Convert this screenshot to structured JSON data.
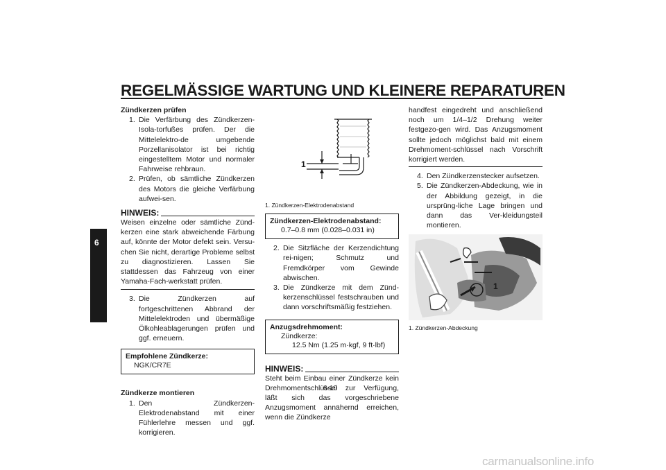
{
  "header": {
    "title": "REGELMÄSSIGE WARTUNG UND KLEINERE REPARATUREN"
  },
  "chapter_tab": "6",
  "col1": {
    "heading_check": "Zündkerzen prüfen",
    "steps_check": [
      {
        "num": "1.",
        "text": "Die Verfärbung des Zündkerzen-Isola-torfußes prüfen. Der die Mittelelektro-de umgebende Porzellanisolator ist bei richtig eingestelltem Motor und normaler Fahrweise rehbraun."
      },
      {
        "num": "2.",
        "text": "Prüfen, ob sämtliche Zündkerzen des Motors die gleiche Verfärbung aufwei-sen."
      }
    ],
    "hinweis_label": "HINWEIS:",
    "hinweis_text": "Weisen einzelne oder sämtliche Zünd-kerzen eine stark abweichende Färbung auf, könnte der Motor defekt sein. Versu-chen Sie nicht, derartige Probleme selbst zu diagnostizieren. Lassen Sie stattdessen das Fahrzeug von einer Yamaha-Fach-werkstatt prüfen.",
    "step3": {
      "num": "3.",
      "text": "Die Zündkerzen auf fortgeschrittenen Abbrand der Mittelelektroden und übermäßige Ölkohleablagerungen prüfen und ggf. erneuern."
    },
    "box_title": "Empfohlene Zündkerze:",
    "box_value": "NGK/CR7E",
    "heading_mount": "Zündkerze montieren",
    "step_mount": {
      "num": "1.",
      "text": "Den Zündkerzen-Elektrodenabstand mit einer Fühlerlehre messen und ggf. korrigieren."
    }
  },
  "col2": {
    "figure_callout": "1",
    "figure_caption": "1. Zündkerzen-Elektrodenabstand",
    "box1_title": "Zündkerzen-Elektrodenabstand:",
    "box1_value": "0.7–0.8 mm (0.028–0.031 in)",
    "steps": [
      {
        "num": "2.",
        "text": "Die Sitzfläche der Kerzendichtung rei-nigen; Schmutz und Fremdkörper vom Gewinde abwischen."
      },
      {
        "num": "3.",
        "text": "Die Zündkerze mit dem Zünd-kerzenschlüssel festschrauben und dann vorschriftsmäßig festziehen."
      }
    ],
    "box2_title": "Anzugsdrehmoment:",
    "box2_sub": "Zündkerze:",
    "box2_value": "12.5 Nm (1.25 m·kgf, 9 ft·lbf)",
    "hinweis_label": "HINWEIS:",
    "hinweis_text": "Steht beim Einbau einer Zündkerze kein Drehmomentschlüssel zur Verfügung, läßt sich das vorgeschriebene Anzugsmoment annähernd erreichen, wenn die Zündkerze"
  },
  "col3": {
    "continued_text": "handfest eingedreht und anschließend noch um 1/4–1/2 Drehung weiter festgezo-gen wird. Das Anzugsmoment sollte jedoch möglichst bald mit einem Drehmoment-schlüssel nach Vorschrift korrigiert werden.",
    "steps": [
      {
        "num": "4.",
        "text": "Den Zündkerzenstecker aufsetzen."
      },
      {
        "num": "5.",
        "text": "Die Zündkerzen-Abdeckung, wie in der Abbildung gezeigt, in die ursprüng-liche Lage bringen und dann das Ver-kleidungsteil montieren."
      }
    ],
    "figure_callout": "1",
    "figure_caption": "1. Zündkerzen-Abdeckung"
  },
  "footer": {
    "page_number": "6-10",
    "watermark": "carmanualsonline.info"
  }
}
